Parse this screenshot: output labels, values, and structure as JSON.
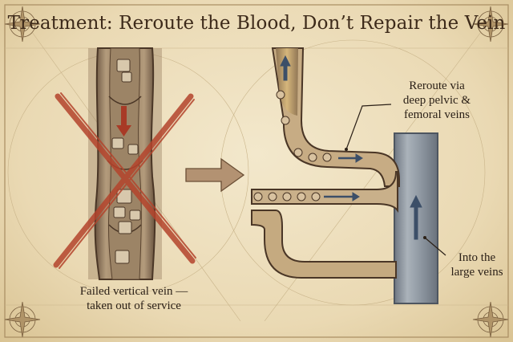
{
  "title": "Treatment: Reroute the Blood, Don’t Repair the Vein",
  "left_panel": {
    "caption_line1": "Failed vertical vein —",
    "caption_line2": "taken out of service"
  },
  "right_panel": {
    "reroute_line1": "Reroute via",
    "reroute_line2": "deep pelvic &",
    "reroute_line3": "femoral veins",
    "large_line1": "Into the",
    "large_line2": "large veins"
  },
  "colors": {
    "parchment": "#efe3c4",
    "ink": "#3d2a1a",
    "red_cross": "#b4442c",
    "blue_arrow": "#3c4f68",
    "big_vein": "#8e98a2"
  },
  "icons": [
    "compass-rose-icon",
    "cross-out-icon",
    "arrow-right-icon",
    "flow-arrow-icon"
  ]
}
